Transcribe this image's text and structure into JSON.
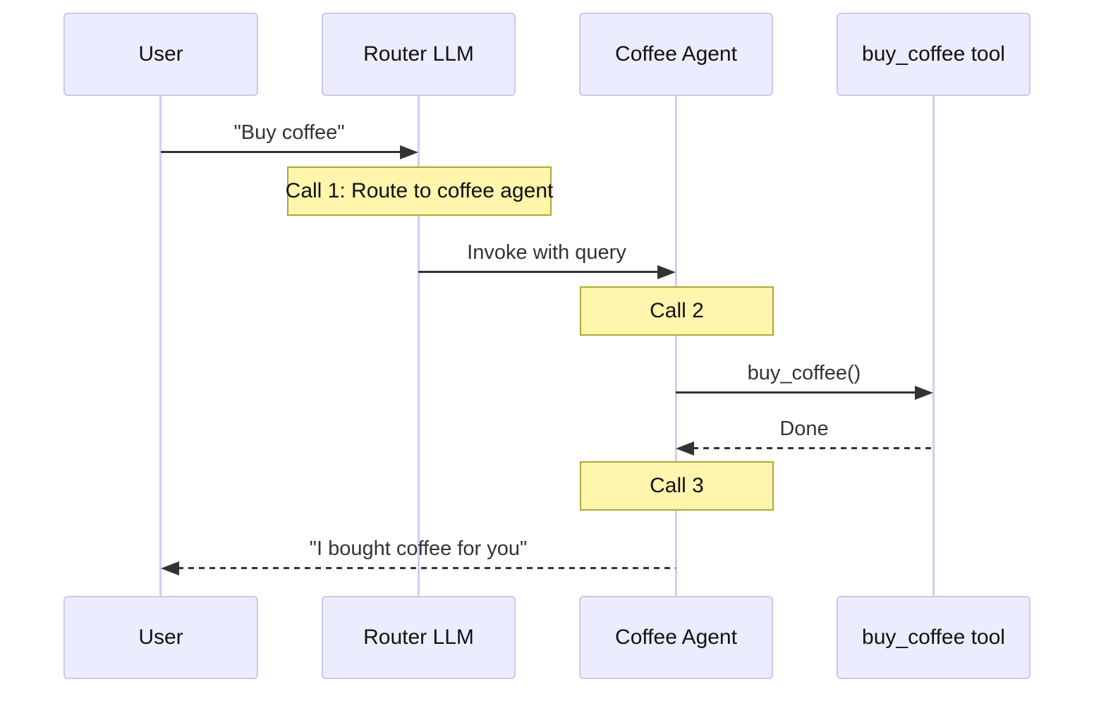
{
  "diagram": {
    "type": "sequence-diagram",
    "actors": [
      {
        "name": "User"
      },
      {
        "name": "Router LLM"
      },
      {
        "name": "Coffee Agent"
      },
      {
        "name": "buy_coffee tool"
      }
    ],
    "messages": [
      {
        "from": "User",
        "to": "Router LLM",
        "label": "\"Buy coffee\"",
        "line": "solid",
        "arrowhead": "filled"
      },
      {
        "from": "Router LLM",
        "to": "Coffee Agent",
        "label": "Invoke with query",
        "line": "solid",
        "arrowhead": "filled"
      },
      {
        "from": "Coffee Agent",
        "to": "buy_coffee tool",
        "label": "buy_coffee()",
        "line": "solid",
        "arrowhead": "filled"
      },
      {
        "from": "buy_coffee tool",
        "to": "Coffee Agent",
        "label": "Done",
        "line": "dashed",
        "arrowhead": "filled"
      },
      {
        "from": "Coffee Agent",
        "to": "User",
        "label": "\"I bought coffee for you\"",
        "line": "dashed",
        "arrowhead": "filled"
      }
    ],
    "notes": [
      {
        "over": "Router LLM",
        "label": "Call 1: Route to coffee agent"
      },
      {
        "over": "Coffee Agent",
        "label": "Call 2"
      },
      {
        "over": "Coffee Agent",
        "label": "Call 3"
      }
    ],
    "colors": {
      "background": "#FFFFFF",
      "actor_fill": "#ECECFF",
      "actor_border": "#CFC6EC",
      "lifeline": "#D5CCF0",
      "note_fill": "#FFF5AD",
      "note_border": "#AAAA33",
      "arrow": "#333333",
      "text": "#111111"
    }
  }
}
